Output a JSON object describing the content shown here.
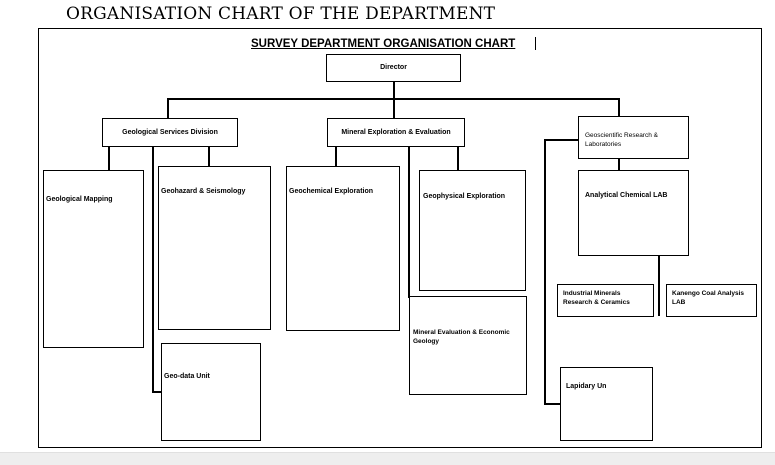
{
  "page_title": "ORGANISATION CHART OF THE DEPARTMENT",
  "chart_title": "SURVEY DEPARTMENT ORGANISATION CHART",
  "nodes": {
    "director": "Director",
    "geological_services": "Geological Services Division",
    "mineral_exploration": "Mineral Exploration & Evaluation",
    "geoscientific_research_line1": "Geoscientific Research &",
    "geoscientific_research_line2": "Laboratories",
    "geological_mapping": "Geological Mapping",
    "geohazard": "Geohazard & Seismology",
    "geo_data": "Geo-data Unit",
    "geochemical": "Geochemical Exploration",
    "geophysical": "Geophysical Exploration",
    "mineral_evaluation": "Mineral Evaluation & Economic Geology",
    "analytical_chemical": "Analytical Chemical LAB",
    "industrial_minerals": "Industrial Minerals Research & Ceramics",
    "kanengo": "Kanengo Coal Analysis LAB",
    "lapidary": "Lapidary Un"
  }
}
